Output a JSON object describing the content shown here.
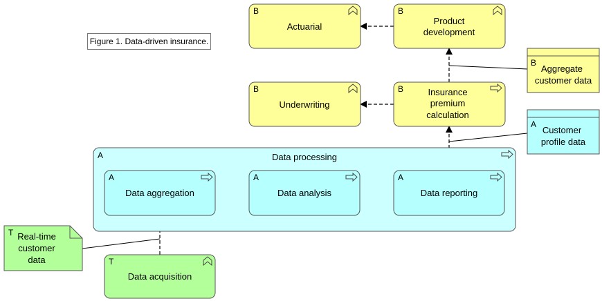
{
  "caption": "Figure 1. Data-driven insurance.",
  "colors": {
    "business": "#ffff99",
    "application": "#b5ffff",
    "application_group": "#ccffff",
    "technology": "#b3ff99",
    "line": "#000000"
  },
  "elements": {
    "actuarial": {
      "type": "B",
      "label": "Actuarial",
      "icon": "business-function-icon"
    },
    "product_development": {
      "type": "B",
      "label_lines": [
        "Product",
        "development"
      ],
      "icon": "business-function-icon"
    },
    "underwriting": {
      "type": "B",
      "label": "Underwriting",
      "icon": "business-function-icon"
    },
    "premium_calc": {
      "type": "B",
      "label_lines": [
        "Insurance",
        "premium",
        "calculation"
      ],
      "icon": "business-process-icon"
    },
    "aggregate_data": {
      "type": "B",
      "label_lines": [
        "Aggregate",
        "customer data"
      ]
    },
    "customer_profile": {
      "type": "A",
      "label_lines": [
        "Customer",
        "profile data"
      ]
    },
    "data_processing": {
      "type": "A",
      "label": "Data processing",
      "icon": "application-process-icon"
    },
    "data_aggregation": {
      "type": "A",
      "label": "Data aggregation",
      "icon": "application-process-icon"
    },
    "data_analysis": {
      "type": "A",
      "label": "Data analysis",
      "icon": "application-process-icon"
    },
    "data_reporting": {
      "type": "A",
      "label": "Data reporting",
      "icon": "application-process-icon"
    },
    "realtime_data": {
      "type": "T",
      "label_lines": [
        "Real-time",
        "customer",
        "data"
      ]
    },
    "data_acquisition": {
      "type": "T",
      "label": "Data acquisition",
      "icon": "technology-function-icon"
    }
  }
}
